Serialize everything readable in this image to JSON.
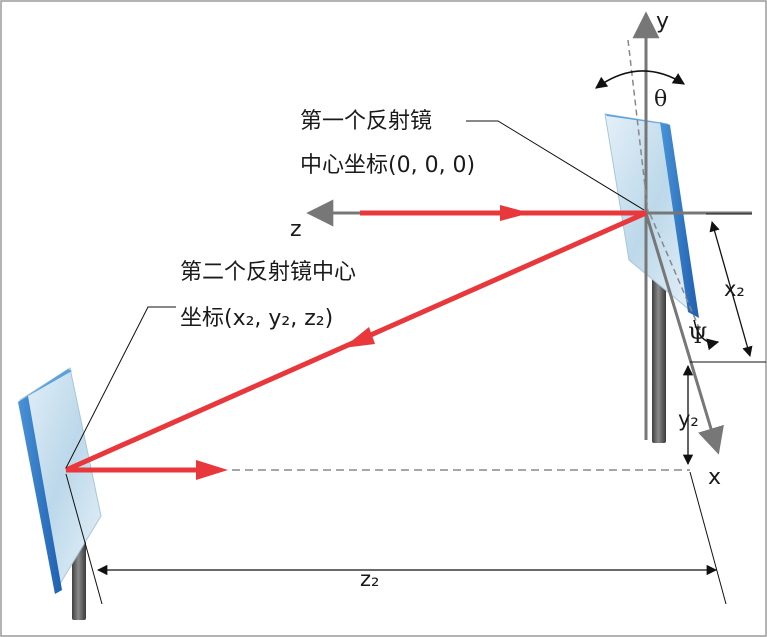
{
  "labels": {
    "mirror1_line1": "第一个反射镜",
    "mirror1_line2": "中心坐标(0, 0, 0)",
    "mirror2_line1": "第二个反射镜中心",
    "mirror2_line2": "坐标(x₂, y₂, z₂)",
    "axis_x": "x",
    "axis_y": "y",
    "axis_z": "z",
    "theta": "θ",
    "psi": "Ψ",
    "dim_x2": "x₂",
    "dim_y2": "y₂",
    "dim_z2": "z₂"
  },
  "colors": {
    "beam": "#e8383c",
    "axis": "#777777",
    "mirror_glass": "#cfe4f1",
    "mirror_edge": "#2f78c8",
    "post": "#5a5a5a",
    "frame": "#9a9a9a"
  }
}
